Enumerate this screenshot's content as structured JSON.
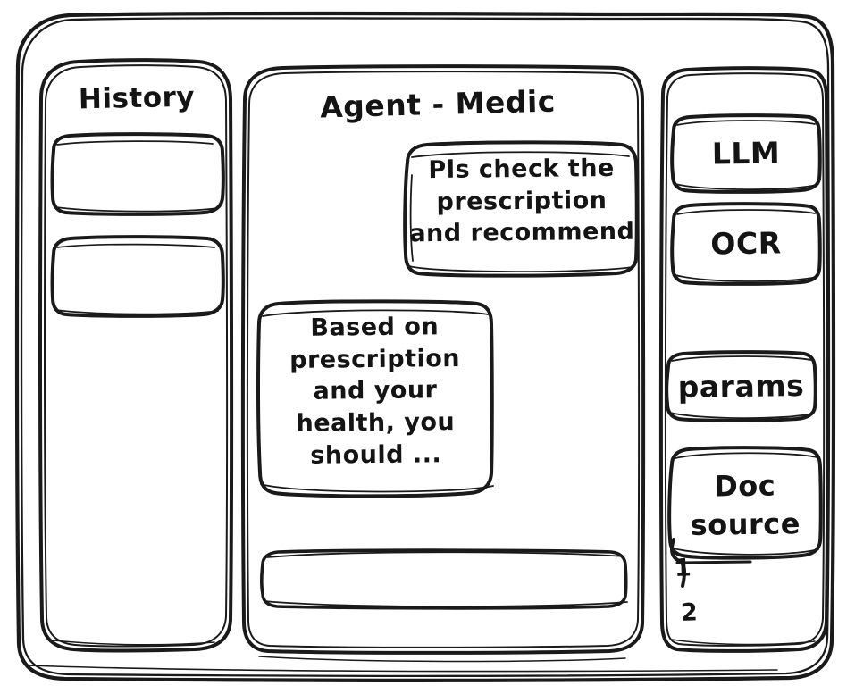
{
  "window": {
    "name": "agent-wireframe-window"
  },
  "history_panel": {
    "title": "History",
    "items": [
      {
        "label": ""
      },
      {
        "label": ""
      }
    ]
  },
  "main_panel": {
    "title": "Agent - Medic",
    "messages": [
      {
        "role": "user",
        "text": "Pls check the\nprescription\nand recommend"
      },
      {
        "role": "assistant",
        "text": "Based on\nprescription\nand your\nhealth, you\nshould ..."
      }
    ],
    "composer": {
      "value": "",
      "placeholder": ""
    }
  },
  "tools_panel": {
    "buttons": [
      {
        "label": "LLM"
      },
      {
        "label": "OCR"
      },
      {
        "label": "params"
      },
      {
        "label": "Doc\nsource"
      }
    ],
    "doc_sources": [
      {
        "label": "1"
      },
      {
        "label": "2"
      }
    ]
  },
  "style": {
    "stroke": "#1a1a1a",
    "background": "#ffffff"
  }
}
